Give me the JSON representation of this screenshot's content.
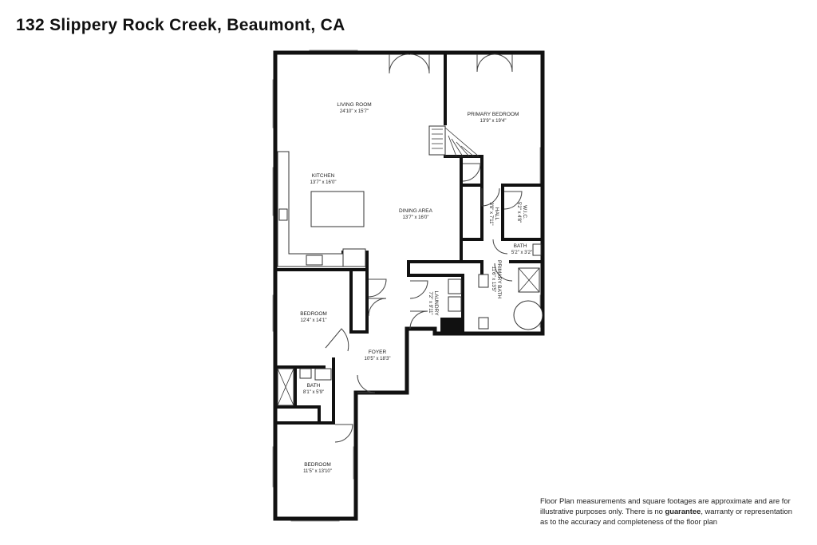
{
  "title": "132 Slippery Rock Creek, Beaumont, CA",
  "rooms": {
    "living_room": {
      "name": "LIVING ROOM",
      "dims": "24'10\" x 15'7\""
    },
    "primary_bedroom": {
      "name": "PRIMARY BEDROOM",
      "dims": "13'9\" x 19'4\""
    },
    "kitchen": {
      "name": "KITCHEN",
      "dims": "13'7\" x 16'0\""
    },
    "dining_area": {
      "name": "DINING AREA",
      "dims": "13'7\" x 16'0\""
    },
    "hall": {
      "name": "HALL",
      "dims": "3'8\" x 7'11\""
    },
    "wic": {
      "name": "W.I.C.",
      "dims": "5'2\" x 4'8\""
    },
    "bath_primary_wc": {
      "name": "BATH",
      "dims": "5'2\" x 3'2\""
    },
    "primary_bath": {
      "name": "PRIMARY BATH",
      "dims": "11'6\" x 13'5\""
    },
    "laundry": {
      "name": "LAUNDRY",
      "dims": "7'2\" x 9'11\""
    },
    "bedroom_1": {
      "name": "BEDROOM",
      "dims": "12'4\" x 14'1\""
    },
    "foyer": {
      "name": "FOYER",
      "dims": "10'5\" x 18'3\""
    },
    "bath_2": {
      "name": "BATH",
      "dims": "8'1\" x 5'9\""
    },
    "bedroom_2": {
      "name": "BEDROOM",
      "dims": "11'5\" x 13'10\""
    }
  },
  "disclaimer": {
    "line1": "Floor Plan measurements and square footages are approximate and are for",
    "line2_a": "illustrative purposes only. There is no ",
    "line2_b": "guarantee",
    "line2_c": ", warranty or representation",
    "line3": "as to the accuracy and completeness of the floor plan"
  }
}
